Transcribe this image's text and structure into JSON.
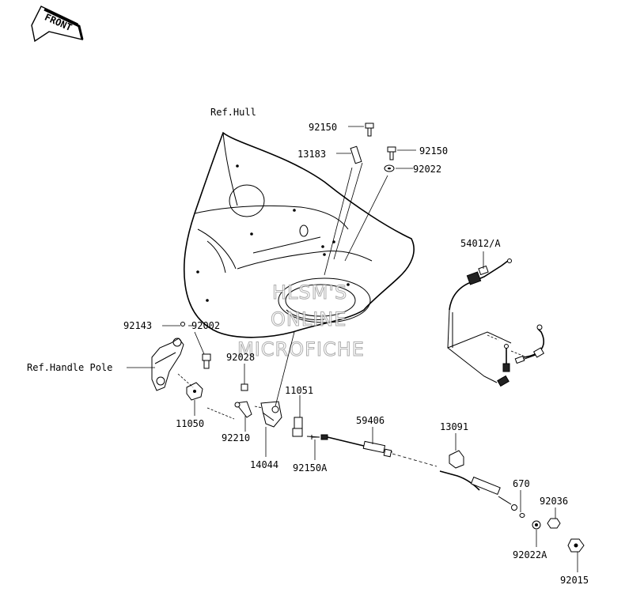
{
  "badge": {
    "text": "FRONT"
  },
  "refs": {
    "hull": "Ref.Hull",
    "handle_pole": "Ref.Handle Pole"
  },
  "watermark": [
    "HLSM'S",
    "ONLINE",
    "MICROFICHE"
  ],
  "parts": {
    "p92150_top": "92150",
    "p13183": "13183",
    "p92150_right": "92150",
    "p92022": "92022",
    "p54012a": "54012/A",
    "p92143": "92143",
    "p92002": "92002",
    "p92028": "92028",
    "p11051": "11051",
    "p59406": "59406",
    "p13091": "13091",
    "p11050": "11050",
    "p92210": "92210",
    "p14044": "14044",
    "p92150a": "92150A",
    "p670": "670",
    "p92036": "92036",
    "p92022a": "92022A",
    "p92015": "92015"
  }
}
